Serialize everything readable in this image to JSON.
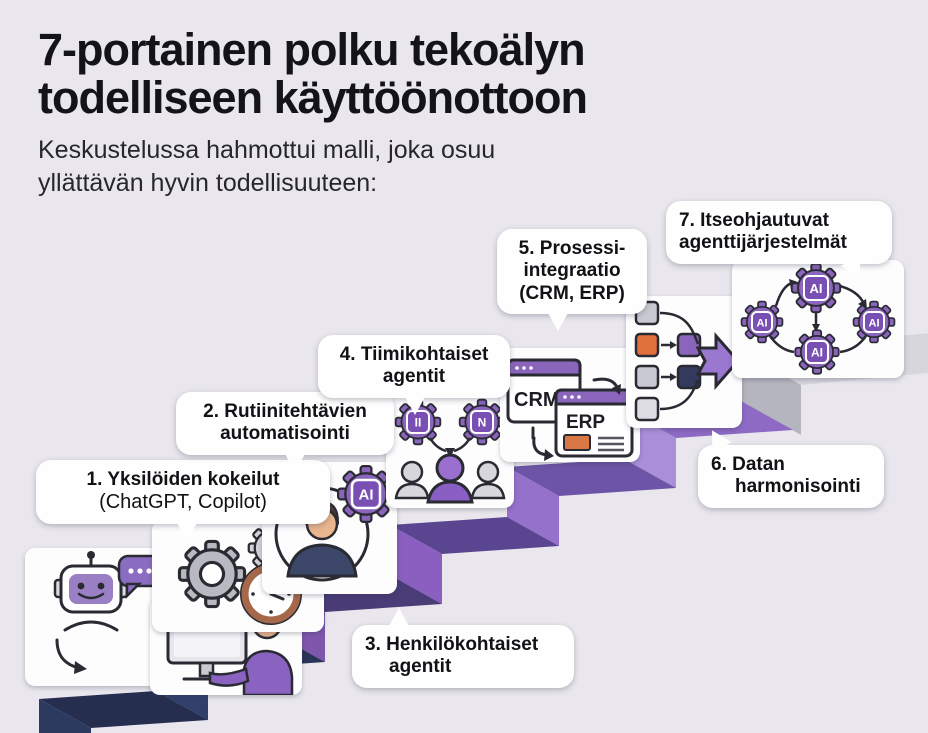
{
  "page": {
    "background": "#e9e7ed",
    "title_line1": "7-portainen polku tekoälyn",
    "title_line2": "todelliseen käyttöönottoon",
    "subtitle_line1": "Keskustelussa hahmottui malli, joka osuu",
    "subtitle_line2": "yllättävän hyvin todellisuuteen:"
  },
  "palette": {
    "navy": "#2d3a5f",
    "purple": "#8a5fc0",
    "light_purple": "#a98fd9",
    "platform_gray": "#d6d6dc",
    "orange": "#e0703c",
    "gear_purple": "#8a65bb",
    "clock_rim": "#a5684a",
    "text": "#121216"
  },
  "staircase": [
    {
      "n": 1,
      "side": "#2c3a60",
      "tread": "#262e4f"
    },
    {
      "n": 2,
      "side": "#31406b",
      "tread": "#293457"
    },
    {
      "n": 3,
      "side": "#7e57ad",
      "tread": "#493c77"
    },
    {
      "n": 4,
      "side": "#8a5fc0",
      "tread": "#5a4590"
    },
    {
      "n": 5,
      "side": "#9671cb",
      "tread": "#6d54a6"
    },
    {
      "n": 6,
      "side": "#a98fd9",
      "tread": "#8e6ac5"
    },
    {
      "n": 7,
      "side": "#b5b5bf",
      "tread": "#d6d6dc"
    }
  ],
  "steps": [
    {
      "num": 1,
      "lines": [
        "1. Yksilöiden kokeilut",
        "(ChatGPT, Copilot)"
      ],
      "icon": "robot-chatbot-and-user-at-computer"
    },
    {
      "num": 2,
      "lines": [
        "2. Rutiinitehtävien",
        "automatisointi"
      ],
      "icon": "gears-and-clock"
    },
    {
      "num": 3,
      "lines": [
        "3. Henkilökohtaiset",
        "agentit"
      ],
      "icon": "person-avatar-with-ai-gear"
    },
    {
      "num": 4,
      "lines": [
        "4. Tiimikohtaiset",
        "agentit"
      ],
      "icon": "app-gears-and-team"
    },
    {
      "num": 5,
      "lines": [
        "5. Prosessi-",
        "integraatio",
        "(CRM, ERP)"
      ],
      "icon": "crm-erp-windows-sync"
    },
    {
      "num": 6,
      "lines": [
        "6. Datan",
        "harmonisointi"
      ],
      "icon": "data-squares-merge-arrow"
    },
    {
      "num": 7,
      "lines": [
        "7. Itseohjautuvat",
        "agenttijärjestelmät"
      ],
      "icon": "ai-agent-gear-network"
    }
  ],
  "icons": {
    "ai_badge": "AI",
    "crm_label": "CRM",
    "erp_label": "ERP",
    "team_gear_left": "II",
    "team_gear_right": "N",
    "network_gear_top": "AI",
    "network_gear_left": "AI",
    "network_gear_right": "AI",
    "network_gear_bottom": "AI"
  }
}
